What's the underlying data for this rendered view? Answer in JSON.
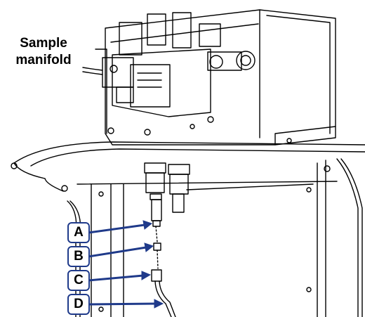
{
  "diagram": {
    "title_line1": "Sample",
    "title_line2": "manifold",
    "callouts": [
      "A",
      "B",
      "C",
      "D"
    ],
    "colors": {
      "callout_border": "#1f3a8a",
      "arrow": "#1f3a8a",
      "line": "#000000",
      "background": "#ffffff"
    }
  }
}
